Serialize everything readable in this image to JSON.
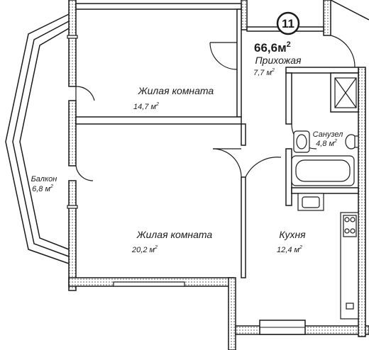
{
  "plan": {
    "apartment_number": "11",
    "total_area": "66,6м",
    "total_area_exp": "2",
    "rooms": {
      "hallway": {
        "name": "Прихожая",
        "area": "7,7 м",
        "exp": "2"
      },
      "living1": {
        "name": "Жилая комната",
        "area": "14,7 м",
        "exp": "2"
      },
      "living2": {
        "name": "Жилая комната",
        "area": "20,2 м",
        "exp": "2"
      },
      "balcony": {
        "name": "Балкон",
        "area": "6,8 м",
        "exp": "2"
      },
      "bathroom": {
        "name": "Санузел",
        "area": "4,8 м",
        "exp": "2"
      },
      "kitchen": {
        "name": "Кухня",
        "area": "12,4 м",
        "exp": "2"
      }
    }
  },
  "colors": {
    "wall": "#1a1a1a",
    "fill": "#ffffff",
    "hatch": "#555555"
  }
}
